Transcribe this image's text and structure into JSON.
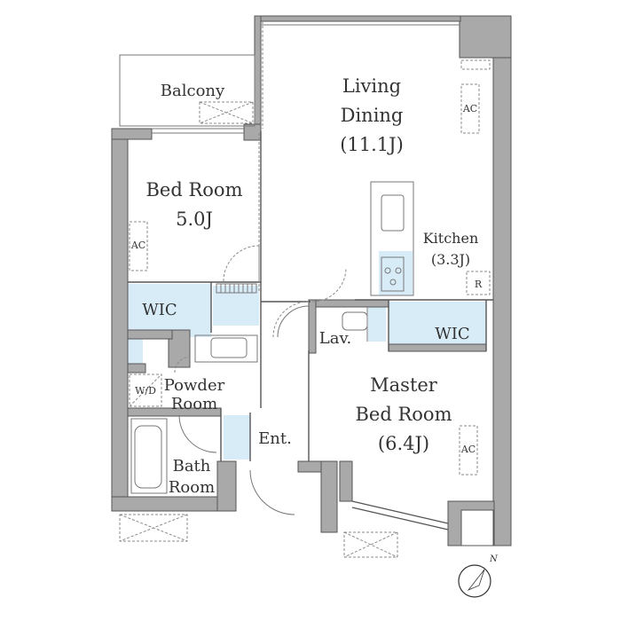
{
  "rooms": {
    "living": {
      "line1": "Living",
      "line2": "Dining",
      "size": "(11.1J)"
    },
    "bedroom": {
      "name": "Bed Room",
      "size": "5.0J"
    },
    "master": {
      "line1": "Master",
      "line2": "Bed Room",
      "size": "(6.4J)"
    },
    "kitchen": {
      "name": "Kitchen",
      "size": "(3.3J)"
    },
    "balcony": {
      "name": "Balcony"
    },
    "wic_left": {
      "name": "WIC"
    },
    "wic_right": {
      "name": "WIC"
    },
    "lav": {
      "name": "Lav."
    },
    "powder": {
      "line1": "Powder",
      "line2": "Room"
    },
    "bath": {
      "line1": "Bath",
      "line2": "Room"
    },
    "entrance": {
      "name": "Ent."
    }
  },
  "fixtures": {
    "ac_living": "AC",
    "ac_bedroom": "AC",
    "ac_master": "AC",
    "refrigerator": "R",
    "washer_dryer": "W/D"
  },
  "compass": {
    "north": "N"
  },
  "colors": {
    "wall": "#a9a9a9",
    "wic": "#d8ecf8",
    "text": "#333333"
  }
}
